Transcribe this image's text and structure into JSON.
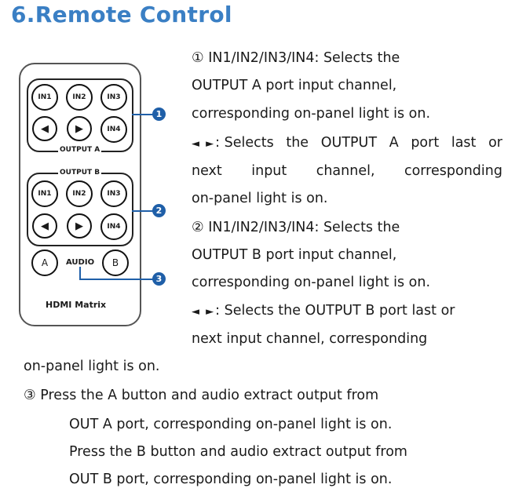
{
  "title": "6.Remote Control",
  "remote": {
    "output_a_label": "OUTPUT A",
    "output_b_label": "OUTPUT B",
    "in1": "IN1",
    "in2": "IN2",
    "in3": "IN3",
    "in4": "IN4",
    "left_arrow": "◀",
    "right_arrow": "▶",
    "btn_a": "A",
    "btn_b": "B",
    "audio": "AUDIO",
    "device": "HDMI Matrix",
    "callout1": "1",
    "callout2": "2",
    "callout3": "3"
  },
  "text": {
    "p1_l1": "① IN1/IN2/IN3/IN4: Selects the",
    "p1_l2": "OUTPUT A port input channel,",
    "p1_l3": "corresponding on-panel light is on.",
    "arrows": "◄ ►",
    "p2_l1_a": ": Selects",
    "p2_l1_b": "the",
    "p2_l1_c": "OUTPUT",
    "p2_l1_d": "A",
    "p2_l1_e": "port",
    "p2_l1_f": "last",
    "p2_l1_g": "or",
    "p2_l2_a": "next",
    "p2_l2_b": "input",
    "p2_l2_c": "channel,",
    "p2_l2_d": "corresponding",
    "p2_l3": "on-panel light is on.",
    "p3_l1": "② IN1/IN2/IN3/IN4: Selects the",
    "p3_l2": "OUTPUT B port input channel,",
    "p3_l3": "corresponding on-panel light is on.",
    "p4_l1": ": Selects the OUTPUT B port last or",
    "p4_l2": "next input channel, corresponding",
    "p4_l3": "on-panel light is on.",
    "p5_l1": "③ Press the A button and audio extract output from",
    "p5_l2": "OUT A port, corresponding on-panel light is on.",
    "p5_l3": "Press the B button and audio extract output from",
    "p5_l4": "OUT B port, corresponding on-panel light is on."
  }
}
